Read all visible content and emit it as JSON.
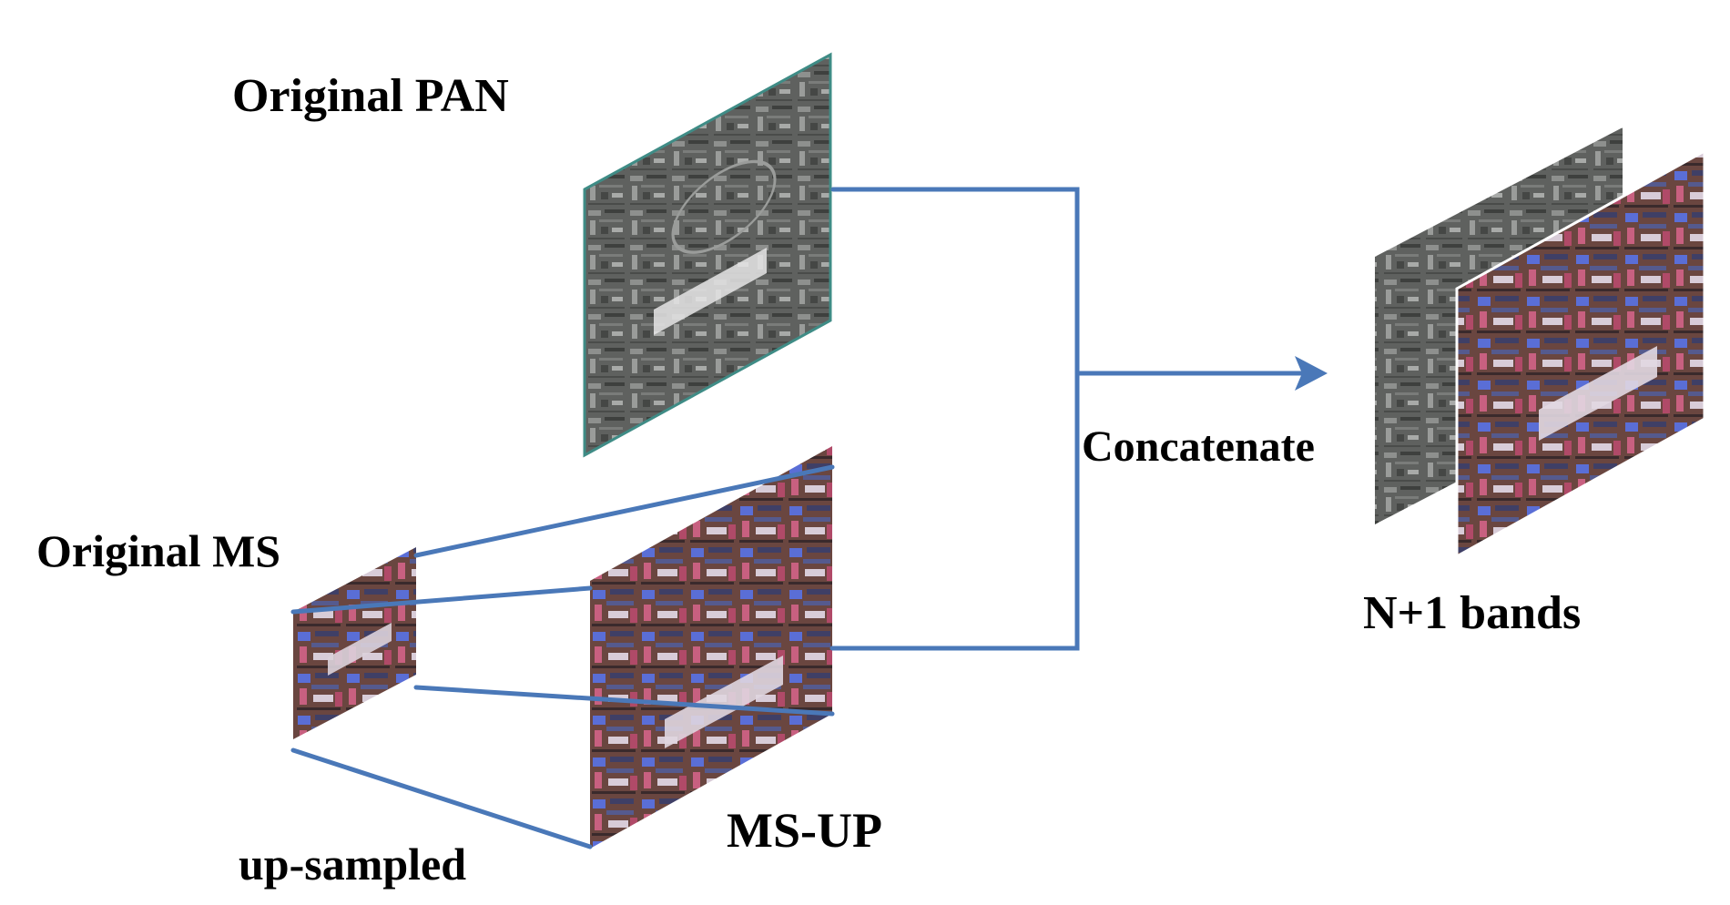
{
  "labels": {
    "original_pan": "Original PAN",
    "original_ms": "Original MS",
    "up_sampled": "up-sampled",
    "ms_up": "MS-UP",
    "concatenate": "Concatenate",
    "n_plus_1_bands": "N+1 bands"
  },
  "colors": {
    "connector": "#4a78b8",
    "pan_base": "#5c5e5c",
    "pan_border": "#3f8c86",
    "ms_base": "#6a4640",
    "ms_blue": "#5a6ed6",
    "ms_pink": "#c86080",
    "text": "#000000"
  }
}
